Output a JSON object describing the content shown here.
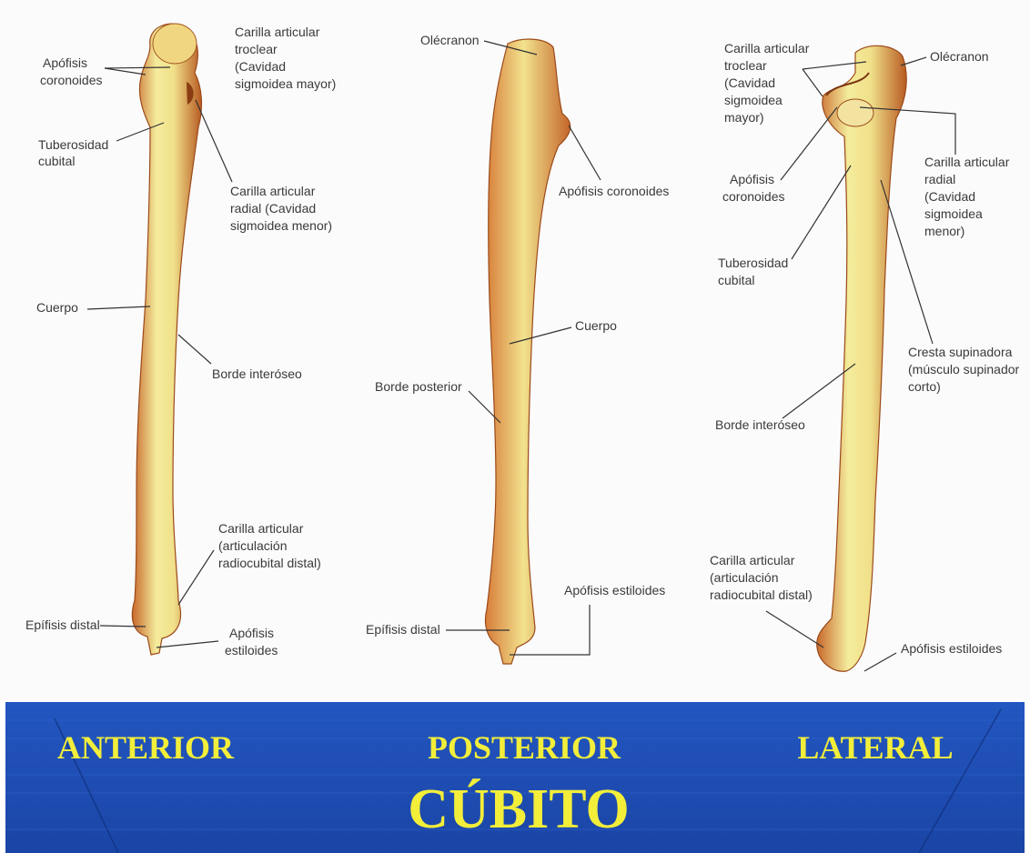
{
  "views": {
    "anterior": {
      "title": "ANTERIOR",
      "labels": {
        "apofisis_coronoides": [
          "Apófisis",
          "coronoides"
        ],
        "carilla_troclear": [
          "Carilla articular",
          "troclear",
          "(Cavidad",
          "sigmoidea mayor)"
        ],
        "tuberosidad": [
          "Tuberosidad",
          "cubital"
        ],
        "carilla_radial": [
          "Carilla articular",
          "radial (Cavidad",
          "sigmoidea menor)"
        ],
        "cuerpo": [
          "Cuerpo"
        ],
        "borde_interoseo": [
          "Borde interóseo"
        ],
        "carilla_distal": [
          "Carilla articular",
          "(articulación",
          "radiocubital distal)"
        ],
        "epifisis": [
          "Epífisis distal"
        ],
        "estiloides": [
          "Apófisis",
          "estiloides"
        ]
      }
    },
    "posterior": {
      "title": "POSTERIOR",
      "labels": {
        "olecranon": [
          "Olécranon"
        ],
        "coronoides": [
          "Apófisis coronoides"
        ],
        "cuerpo": [
          "Cuerpo"
        ],
        "borde_posterior": [
          "Borde posterior"
        ],
        "estiloides": [
          "Apófisis estiloides"
        ],
        "epifisis": [
          "Epífisis distal"
        ]
      }
    },
    "lateral": {
      "title": "LATERAL",
      "labels": {
        "carilla_troclear": [
          "Carilla articular",
          "troclear",
          "(Cavidad",
          "sigmoidea",
          "mayor)"
        ],
        "olecranon": [
          "Olécranon"
        ],
        "coronoides": [
          "Apófisis",
          "coronoides"
        ],
        "carilla_radial": [
          "Carilla articular",
          "radial",
          "(Cavidad",
          "sigmoidea",
          "menor)"
        ],
        "tuberosidad": [
          "Tuberosidad",
          "cubital"
        ],
        "cresta": [
          "Cresta supinadora",
          "(músculo supinador",
          "corto)"
        ],
        "borde_interoseo": [
          "Borde interóseo"
        ],
        "carilla_distal": [
          "Carilla articular",
          "(articulación",
          "radiocubital distal)"
        ],
        "estiloides": [
          "Apófisis estiloides"
        ]
      }
    }
  },
  "banner": {
    "title": "CÚBITO"
  },
  "colors": {
    "banner": "#1f4fb5",
    "banner_text": "#f2ee3a",
    "bone_light": "#f5eea0",
    "bone_dark": "#c46a2a"
  }
}
